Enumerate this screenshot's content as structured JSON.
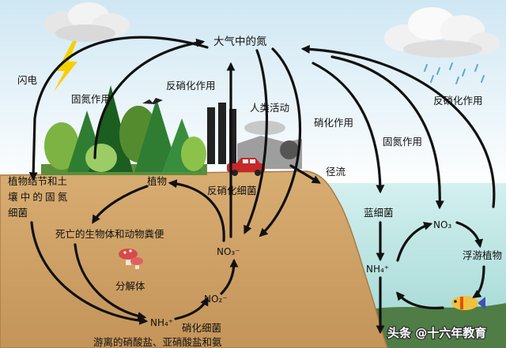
{
  "diagram": {
    "labels": {
      "atmospheric_nitrogen": "大气中的氮",
      "lightning": "闪电",
      "nitrogen_fixation_left": "固氮作用",
      "denitrification_center": "反硝化作用",
      "human_activity": "人类活动",
      "nitrification": "硝化作用",
      "nitrogen_fixation_right": "固氮作用",
      "denitrification_right": "反硝化作用",
      "runoff": "径流",
      "plants": "植物",
      "denitrifying_bacteria": "反硝化细菌",
      "fixing_bacteria_lines": [
        "植物结节和土",
        "壤中的固氮",
        "细菌"
      ],
      "dead_organisms": "死亡的生物体和动物粪便",
      "decomposers": "分解体",
      "soil_nitrate": "NO₃⁻",
      "soil_nitrite": "NO₂⁻",
      "soil_ammonium": "NH₄⁺",
      "nitrifying_bacteria": "硝化细菌",
      "free_ions": "游离的硝酸盐、亚硝酸盐和氨",
      "cyanobacteria": "蓝细菌",
      "water_nitrate": "NO₃",
      "phytoplankton": "浮游植物",
      "water_ammonium": "NH₄⁺"
    }
  },
  "watermark": "头条 @十六年教育",
  "colors": {
    "sky": "#d6ecf6",
    "soil": "#d2a468",
    "water": "#b9e4e3",
    "arrows": "#111111",
    "lightning": "#f5d000"
  }
}
